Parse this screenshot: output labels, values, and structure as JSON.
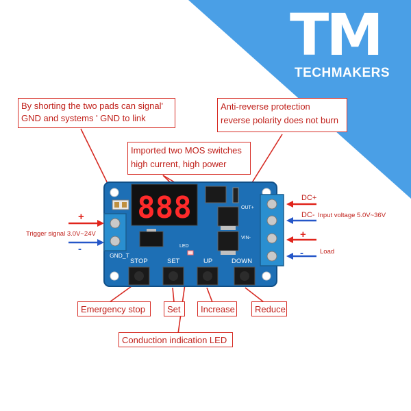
{
  "brand": {
    "logo_letters": "TM",
    "name": "TECHMAKERS",
    "banner_color": "#4a9fe6"
  },
  "callouts": {
    "shorting_pads": [
      "By shorting the two pads can signal'",
      "GND and systems  ' GND to link"
    ],
    "anti_reverse": [
      "Anti-reverse protection",
      "reverse polarity does not burn"
    ],
    "mos_switches": [
      "Imported two MOS switches",
      "high current, high power"
    ],
    "emergency_stop": "Emergency stop",
    "set": "Set",
    "increase": "Increase",
    "reduce": "Reduce",
    "conduction_led": "Conduction indication LED"
  },
  "notes": {
    "dc_plus": "DC+",
    "dc_minus": "DC-",
    "input_voltage": "Input voltage 5.0V~36V",
    "trigger_signal": "Trigger signal  3.0V~24V",
    "load": "Load",
    "plus": "+",
    "minus": "-"
  },
  "board": {
    "display_digits": "888",
    "button_labels": [
      "STOP",
      "SET",
      "UP",
      "DOWN"
    ],
    "silk_gnd": "GND_T",
    "silk_led": "LED",
    "silk_out": "OUT+",
    "silk_vin": "VIN-",
    "colors": {
      "pcb": "#1d6fb5",
      "terminal": "#2a8fd0",
      "display_digit": "#ff2a2a",
      "callout": "#d62a22",
      "arrow_red": "#e0241b",
      "arrow_blue": "#2456c8"
    }
  }
}
